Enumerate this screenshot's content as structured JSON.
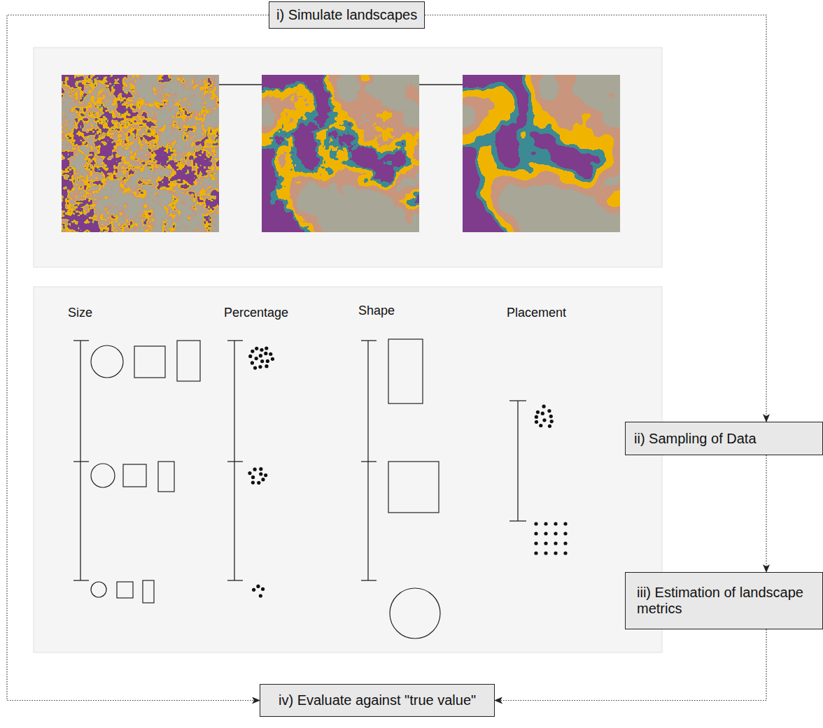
{
  "diagram": {
    "nodes": [
      {
        "text": [
          "i) Simulate landscapes"
        ]
      },
      {
        "text": [
          "ii) Sampling of Data"
        ]
      },
      {
        "text": [
          "iii) Estimation of landscape metrics"
        ]
      },
      {
        "text": [
          "iv) Evaluate against \"true value\""
        ]
      }
    ],
    "edges": [
      {
        "from": 0,
        "to": 1,
        "arrow": "to"
      },
      {
        "from": 0,
        "to": 3,
        "arrow": "to"
      },
      {
        "from": 1,
        "to": 2,
        "arrow": "to"
      },
      {
        "from": 2,
        "to": 3,
        "arrow": "to"
      }
    ],
    "labels": [
      "Size",
      "Percentage",
      "Shape",
      "Placement"
    ]
  }
}
